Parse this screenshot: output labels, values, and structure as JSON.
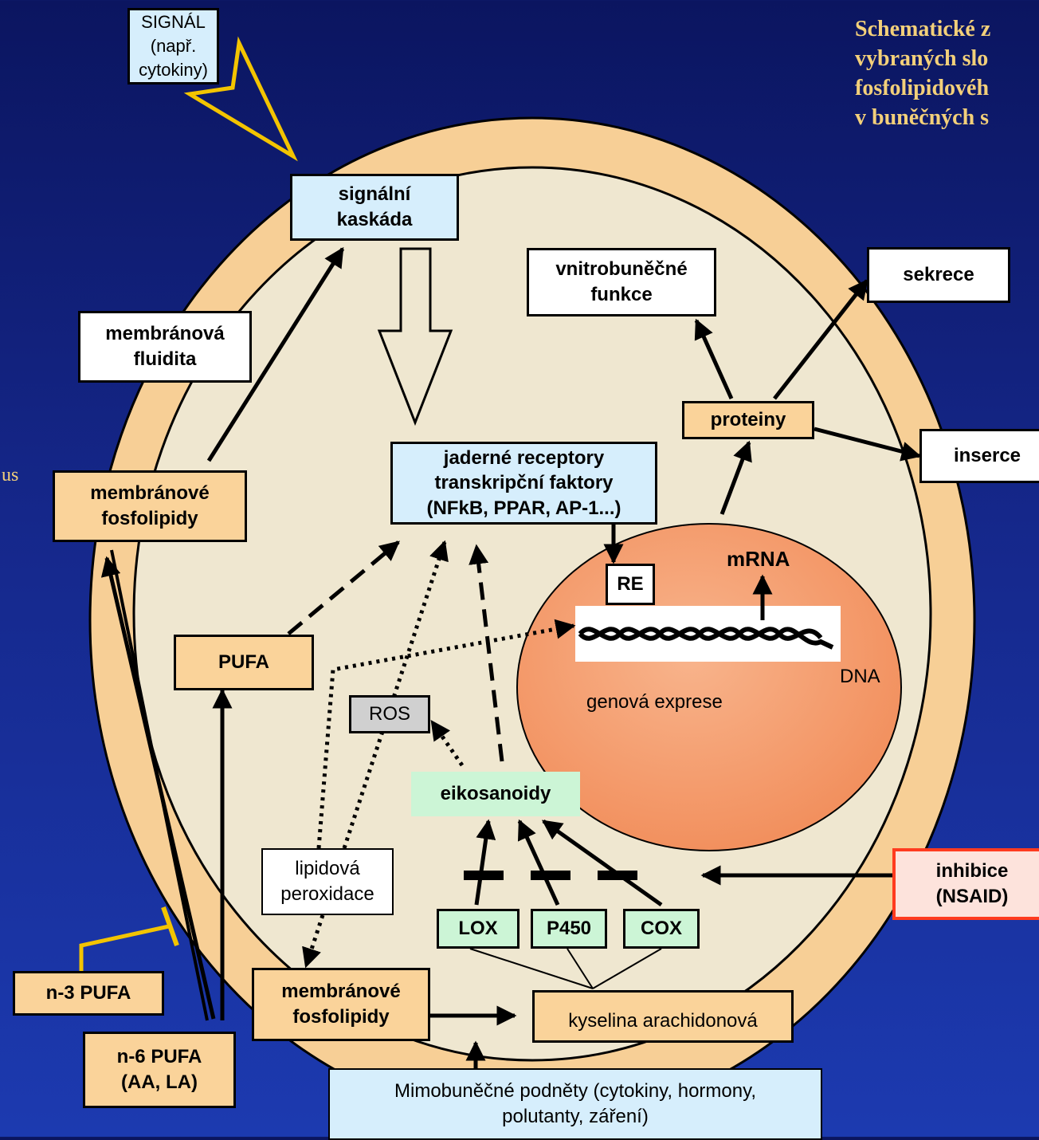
{
  "title": "Schematické z\nvybraných slo\nfosfolipidovéh\nv buněčných s",
  "left_edge_fragment": "us",
  "nodes": {
    "signal": "SIGNÁL\n(např. cytokiny)",
    "signal_cascade": "signální\nkaskáda",
    "membrane_fluidity": "membránová\nfluidita",
    "intracellular_functions": "vnitrobuněčné\nfunkce",
    "secretion": "sekrece",
    "proteins": "proteiny",
    "insertion": "inserce",
    "nuclear_receptors": "jaderné receptory\ntranskripční faktory\n(NFkB, PPAR, AP-1...)",
    "membrane_phospholipids_left": "membránové\nfosfolipidy",
    "mrna": "mRNA",
    "re": "RE",
    "dna": "DNA",
    "gene_expression": "genová exprese",
    "pufa": "PUFA",
    "ros": "ROS",
    "eicosanoids": "eikosanoidy",
    "lipid_peroxidation": "lipidová\nperoxidace",
    "inhibition": "inhibice\n(NSAID)",
    "lox": "LOX",
    "p450": "P450",
    "cox": "COX",
    "n3_pufa": "n-3 PUFA",
    "n6_pufa": "n-6 PUFA\n(AA, LA)",
    "membrane_phospholipids_bottom": "membránové\nfosfolipidy",
    "arachidonic_acid": "kyselina arachidonová",
    "external_stimuli": "Mimobuněčné podněty (cytokiny, hormony,\npolutanty, záření)"
  },
  "colors": {
    "background": "#15278a",
    "title_gold": "#f3d07a",
    "cell_membrane": "#f7cf96",
    "cytoplasm": "#efe7d0",
    "nucleus": "#f49a6c",
    "signal_arrow": "#f3c400",
    "inhibition_border": "#ff3b1f"
  }
}
